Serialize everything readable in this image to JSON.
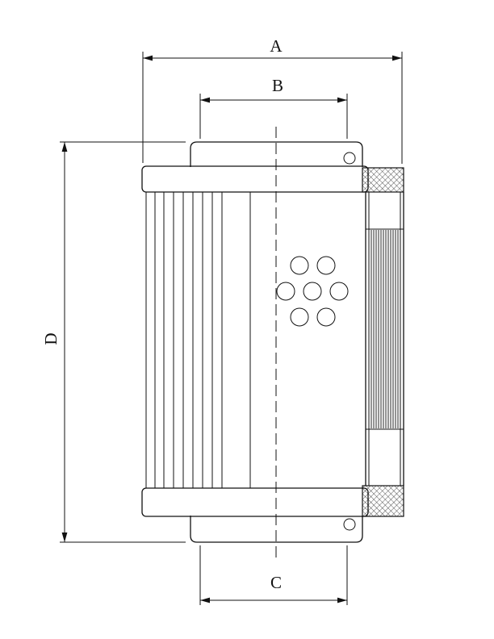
{
  "page": {
    "background_color": "#ffffff",
    "line_color": "#111111"
  },
  "drawing": {
    "figure": "filter-element-section-drawing",
    "dimension_labels": {
      "a": "A",
      "b": "B",
      "c": "C",
      "d": "D"
    }
  }
}
